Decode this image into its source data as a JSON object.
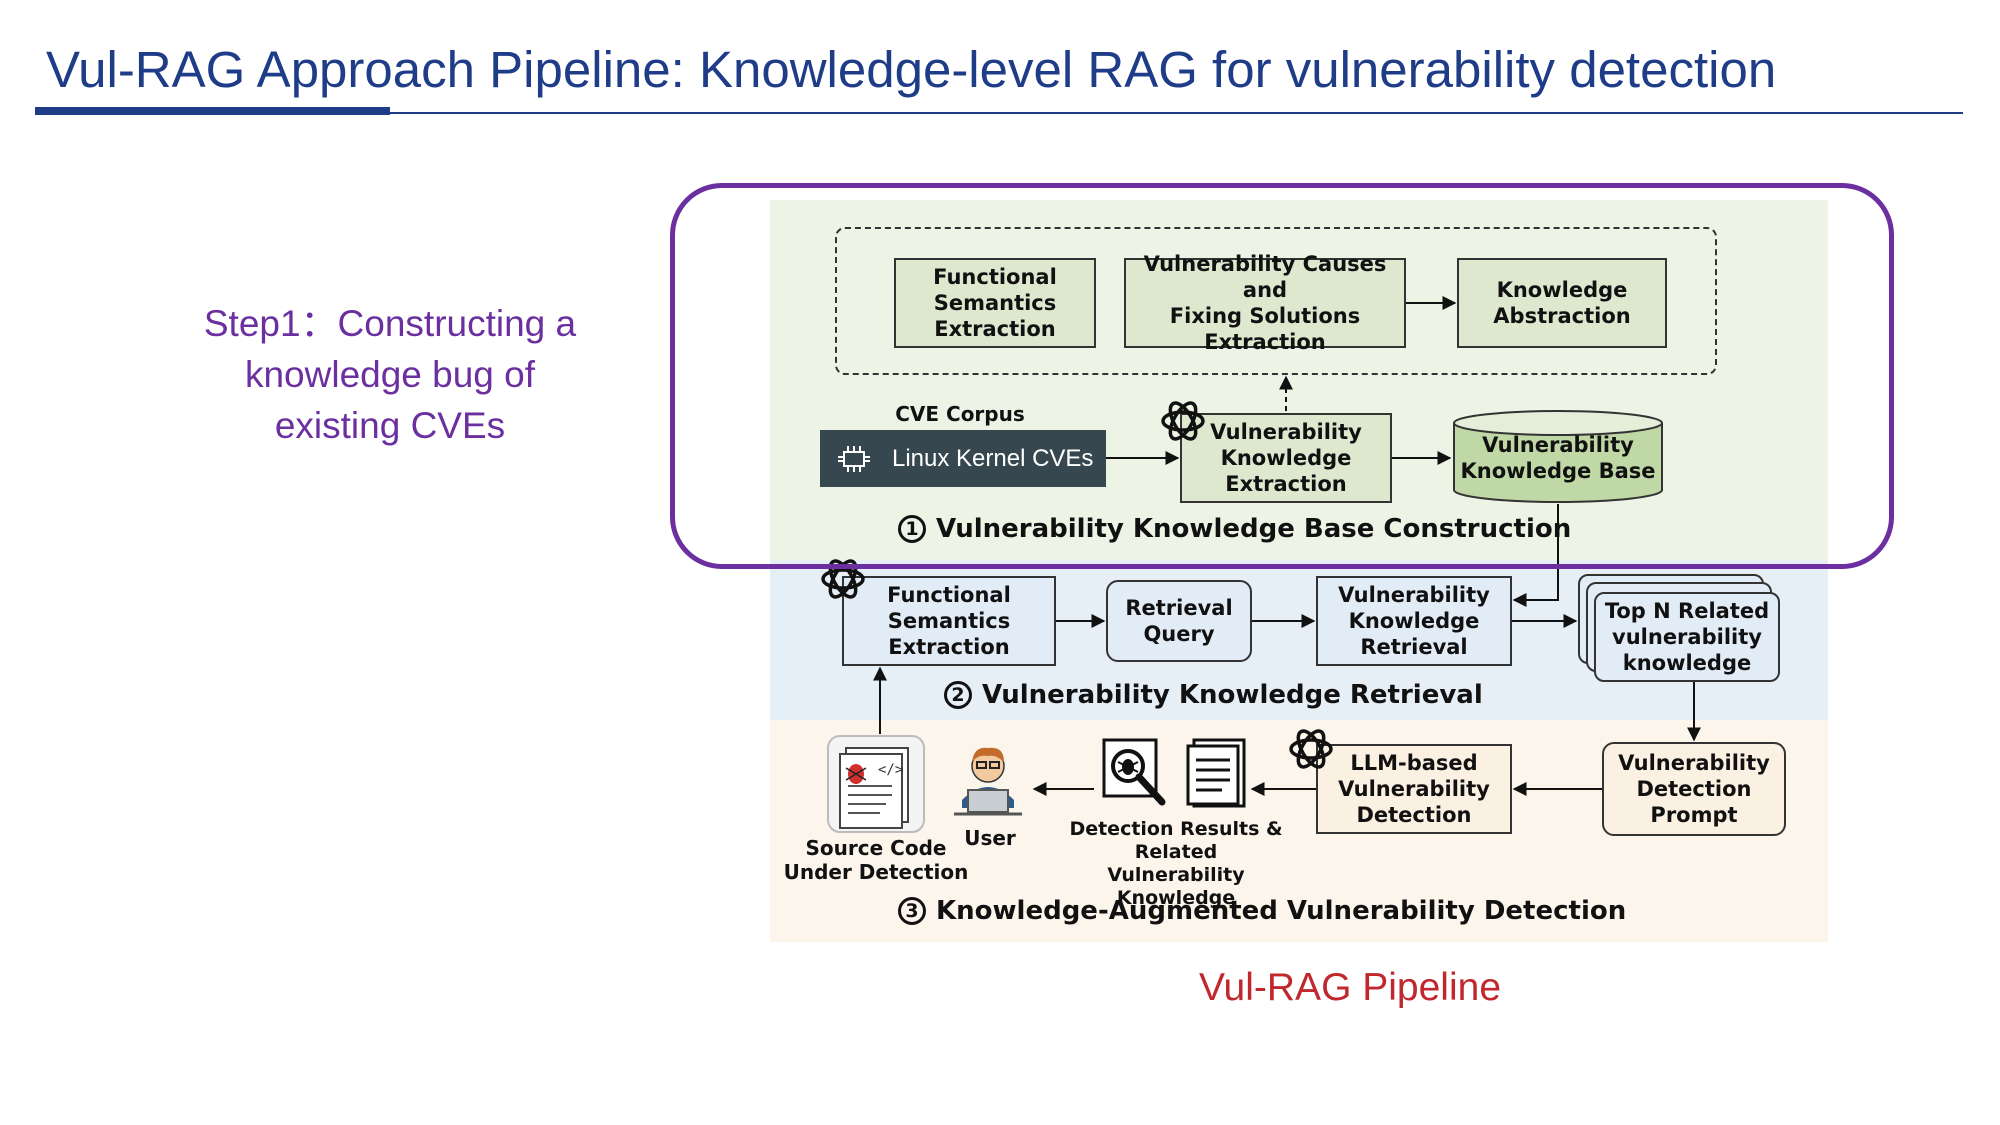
{
  "title": "Vul-RAG Approach Pipeline: Knowledge-level RAG for vulnerability detection",
  "step": {
    "line1": "Step1：Constructing a",
    "line2": "knowledge bug of",
    "line3": "existing CVEs"
  },
  "caption": "Vul-RAG Pipeline",
  "colors": {
    "title": "#1f3c88",
    "step": "#6b2fa0",
    "caption": "#c0282d",
    "highlight": "#6b2fa0"
  },
  "stage1": {
    "label": "Vulnerability Knowledge Base Construction",
    "number": "1",
    "boxes": {
      "functional": {
        "l1": "Functional",
        "l2": "Semantics",
        "l3": "Extraction"
      },
      "causes": {
        "l1": "Vulnerability Causes and",
        "l2": "Fixing Solutions",
        "l3": "Extraction"
      },
      "abstraction": {
        "l1": "Knowledge",
        "l2": "Abstraction"
      },
      "extraction": {
        "l1": "Vulnerability",
        "l2": "Knowledge",
        "l3": "Extraction"
      },
      "kb": {
        "l1": "Vulnerability",
        "l2": "Knowledge Base"
      }
    },
    "corpus_label": "CVE Corpus",
    "corpus_item": "Linux Kernel CVEs"
  },
  "stage2": {
    "label": "Vulnerability Knowledge Retrieval",
    "number": "2",
    "boxes": {
      "functional": {
        "l1": "Functional",
        "l2": "Semantics",
        "l3": "Extraction"
      },
      "query": {
        "l1": "Retrieval",
        "l2": "Query"
      },
      "retrieval": {
        "l1": "Vulnerability",
        "l2": "Knowledge",
        "l3": "Retrieval"
      },
      "topn": {
        "l1": "Top N Related",
        "l2": "vulnerability",
        "l3": "knowledge"
      }
    }
  },
  "stage3": {
    "label": "Knowledge-Augmented Vulnerability Detection",
    "number": "3",
    "boxes": {
      "llm": {
        "l1": "LLM-based",
        "l2": "Vulnerability",
        "l3": "Detection"
      },
      "prompt": {
        "l1": "Vulnerability",
        "l2": "Detection",
        "l3": "Prompt"
      }
    },
    "source": {
      "l1": "Source Code",
      "l2": "Under Detection"
    },
    "user": "User",
    "results": {
      "l1": "Detection Results &",
      "l2": "Related Vulnerability",
      "l3": "Knowledge"
    }
  },
  "icons": [
    "openai-logo-icon",
    "circuit-icon",
    "source-code-bug-icon",
    "user-laptop-icon",
    "magnifier-bug-icon",
    "document-icon",
    "database-icon"
  ]
}
